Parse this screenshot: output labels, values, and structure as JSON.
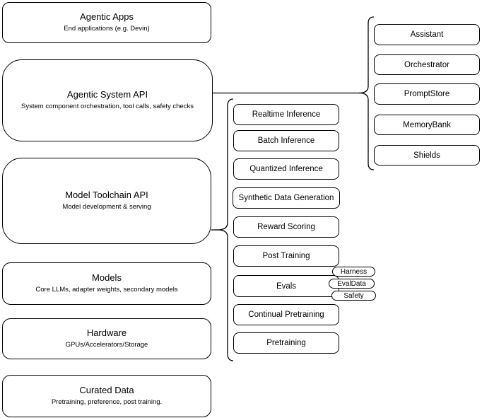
{
  "diagram": {
    "left_stack": [
      {
        "title": "Agentic Apps",
        "subtitle": "End applications (e.g. Devin)"
      },
      {
        "title": "Agentic System API",
        "subtitle": "System component orchestration, tool calls, safety checks"
      },
      {
        "title": "Model Toolchain API",
        "subtitle": "Model development & serving"
      },
      {
        "title": "Models",
        "subtitle": "Core LLMs, adapter weights, secondary models"
      },
      {
        "title": "Hardware",
        "subtitle": "GPUs/Accelerators/Storage"
      },
      {
        "title": "Curated Data",
        "subtitle": "Pretraining, preference, post training."
      }
    ],
    "toolchain_components": [
      "Realtime Inference",
      "Batch Inference",
      "Quantized Inference",
      "Synthetic Data Generation",
      "Reward Scoring",
      "Post Training",
      "Evals",
      "Continual Pretraining",
      "Pretraining"
    ],
    "eval_tags": [
      "Harness",
      "EvalData",
      "Safety"
    ],
    "system_components": [
      "Assistant",
      "Orchestrator",
      "PromptStore",
      "MemoryBank",
      "Shields"
    ],
    "colors": {
      "stroke": "#000000",
      "fill": "#ffffff",
      "background": "#ffffff",
      "text": "#000000"
    }
  }
}
